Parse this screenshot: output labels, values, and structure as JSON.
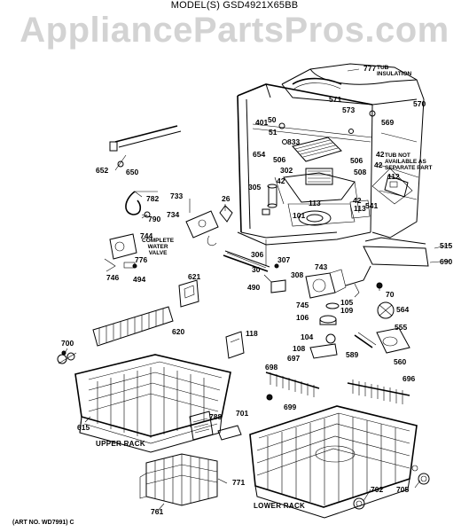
{
  "header": {
    "model": "MODEL(S) GSD4921X65BB"
  },
  "watermark": "AppliancePartsPros.com",
  "sections": {
    "upper_rack": "UPPER RACK",
    "lower_rack": "LOWER RACK"
  },
  "art_no": "(ART NO. WD7991) C",
  "notes": {
    "tub_insulation": [
      "TUB",
      "INSULATION"
    ],
    "tub_not_available": [
      "TUB NOT",
      "AVAILABLE AS",
      "SEPARATE PART"
    ],
    "complete_water_valve": [
      "COMPLETE",
      "WATER",
      "VALVE"
    ]
  },
  "parts": {
    "p777": "777",
    "p571": "571",
    "p573": "573",
    "p570": "570",
    "p569": "569",
    "p401": "401",
    "p50": "50",
    "p51": "51",
    "p833": "833",
    "p654": "654",
    "p506a": "506",
    "p506b": "506",
    "p302": "302",
    "p508": "508",
    "p42a": "42",
    "p42b": "42",
    "p112": "112",
    "p305": "305",
    "p42c": "42",
    "p113a": "113",
    "p101": "101",
    "p541": "541",
    "p42d": "42",
    "p113b": "113",
    "p652": "652",
    "p650": "650",
    "p782": "782",
    "p733": "733",
    "p26": "26",
    "p790": "790",
    "p734": "734",
    "p744": "744",
    "p776": "776",
    "p746": "746",
    "p494": "494",
    "p515": "515",
    "p690": "690",
    "p306": "306",
    "p307": "307",
    "p30": "30",
    "p308": "308",
    "p743": "743",
    "p490": "490",
    "p621": "621",
    "p70": "70",
    "p745": "745",
    "p105": "105",
    "p109": "109",
    "p564": "564",
    "p106": "106",
    "p555": "555",
    "p104": "104",
    "p108": "108",
    "p589": "589",
    "p560": "560",
    "p620": "620",
    "p118": "118",
    "p700": "700",
    "p697": "697",
    "p698": "698",
    "p696": "696",
    "p699": "699",
    "p615": "615",
    "p788": "788",
    "p701": "701",
    "p771": "771",
    "p761": "761",
    "p702": "702",
    "p705": "705"
  }
}
